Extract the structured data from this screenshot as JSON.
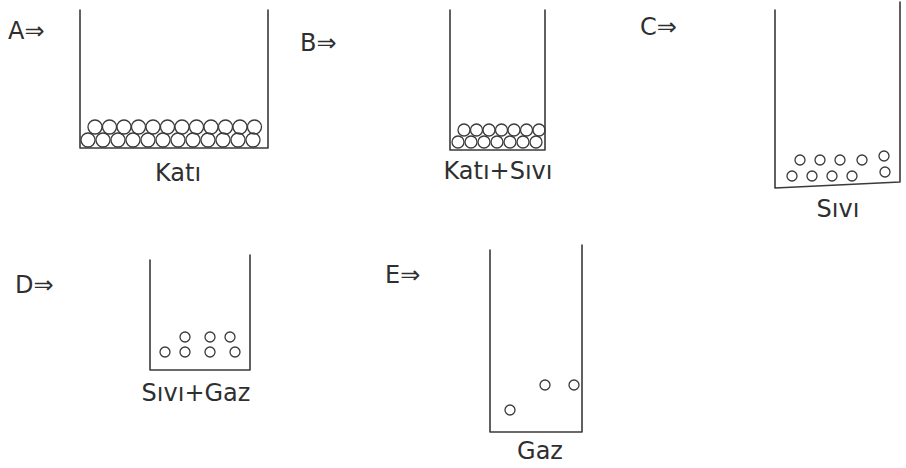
{
  "diagram": {
    "labels": [
      "A⇒",
      "Katı",
      "B⇒",
      "Katı+Sıvı",
      "C⇒",
      "Sıvı",
      "D⇒",
      "Sıvı+Gaz",
      "E⇒",
      "Gaz"
    ]
  }
}
